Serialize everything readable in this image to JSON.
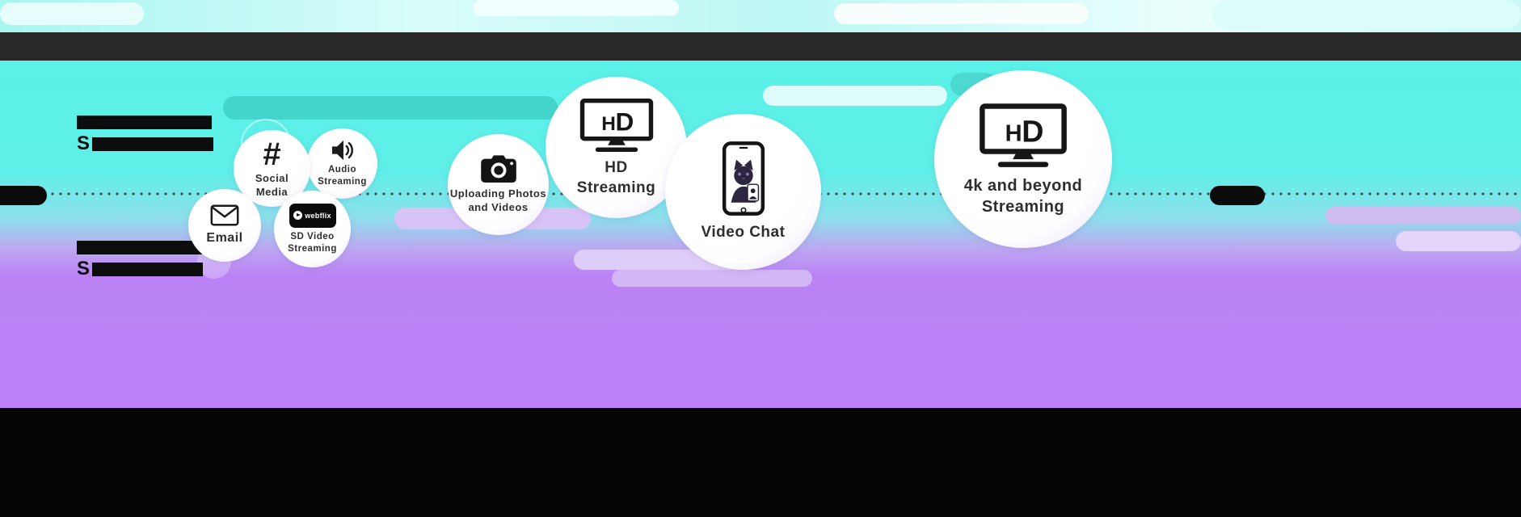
{
  "colors": {
    "background_cyan": "#5CF1E8",
    "background_purple": "#BC80F6",
    "ribbon_dark": "#292828",
    "footer_black": "#040404",
    "teal_pill": "#43D5CC",
    "lavender_pill": "#DCC6F8",
    "bubble_text": "#2F2E2D"
  },
  "speed_labels": {
    "group1": {
      "letter": "S"
    },
    "group2": {
      "letter": "S"
    }
  },
  "bubbles": {
    "email": {
      "label": "Email"
    },
    "social_media": {
      "line1": "Social",
      "line2": "Media"
    },
    "audio_streaming": {
      "line1": "Audio",
      "line2": "Streaming"
    },
    "sd_video": {
      "logo_text": "webflix",
      "line1": "SD Video",
      "line2": "Streaming"
    },
    "uploading": {
      "line1": "Uploading Photos",
      "line2": "and Videos"
    },
    "hd_streaming": {
      "icon_h": "H",
      "icon_d": "D",
      "line1": "HD",
      "line2": "Streaming"
    },
    "video_chat": {
      "label": "Video Chat"
    },
    "uhd_streaming": {
      "icon_h": "H",
      "icon_d": "D",
      "line1": "4k and beyond",
      "line2": "Streaming"
    }
  }
}
